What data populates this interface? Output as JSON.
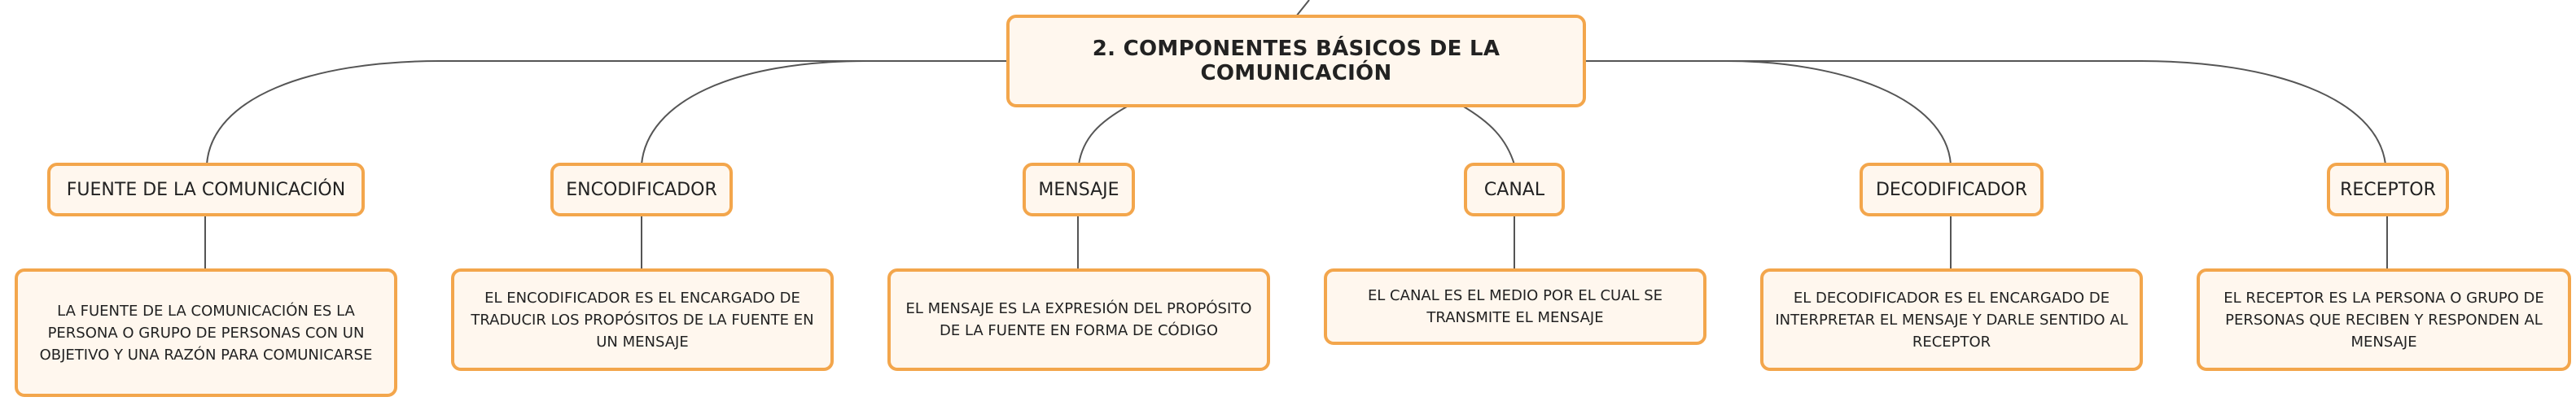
{
  "root": {
    "title": "2. COMPONENTES BÁSICOS DE LA COMUNICACIÓN"
  },
  "nodes": [
    {
      "label": "FUENTE DE LA COMUNICACIÓN",
      "description": "LA FUENTE DE LA COMUNICACIÓN ES LA PERSONA O GRUPO DE PERSONAS CON UN OBJETIVO Y UNA RAZÓN PARA COMUNICARSE"
    },
    {
      "label": "ENCODIFICADOR",
      "description": "EL ENCODIFICADOR ES EL ENCARGADO DE TRADUCIR LOS PROPÓSITOS DE LA FUENTE EN UN MENSAJE"
    },
    {
      "label": "MENSAJE",
      "description": "EL MENSAJE ES LA EXPRESIÓN DEL PROPÓSITO DE LA FUENTE EN FORMA DE CÓDIGO"
    },
    {
      "label": "CANAL",
      "description": "EL CANAL ES EL MEDIO POR EL CUAL SE TRANSMITE EL MENSAJE"
    },
    {
      "label": "DECODIFICADOR",
      "description": "EL DECODIFICADOR ES EL ENCARGADO DE INTERPRETAR EL MENSAJE Y DARLE SENTIDO AL RECEPTOR"
    },
    {
      "label": "RECEPTOR",
      "description": "EL RECEPTOR ES LA PERSONA O GRUPO DE PERSONAS QUE RECIBEN Y RESPONDEN AL MENSAJE"
    }
  ]
}
